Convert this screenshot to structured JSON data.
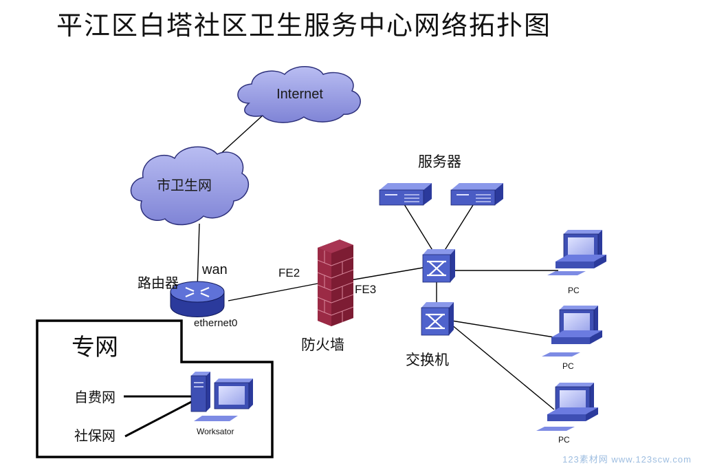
{
  "title": "平江区白塔社区卫生服务中心网络拓扑图",
  "nodes": {
    "internet": "Internet",
    "city_health_net": "市卫生网",
    "router": "路由器",
    "servers": "服务器",
    "firewall": "防火墙",
    "switch": "交换机",
    "pc1": "PC",
    "pc2": "PC",
    "pc3": "PC",
    "workstation": "Worksator"
  },
  "port_labels": {
    "wan": "wan",
    "ethernet0": "ethernet0",
    "fe2": "FE2",
    "fe3": "FE3"
  },
  "private_net": {
    "title": "专网",
    "items": [
      "自费网",
      "社保网"
    ]
  },
  "watermark": "123素材网 www.123scw.com",
  "colors": {
    "cloud": "#8f93df",
    "device": "#3e4fb4",
    "firewall": "#8b1e36",
    "line": "#000000"
  }
}
